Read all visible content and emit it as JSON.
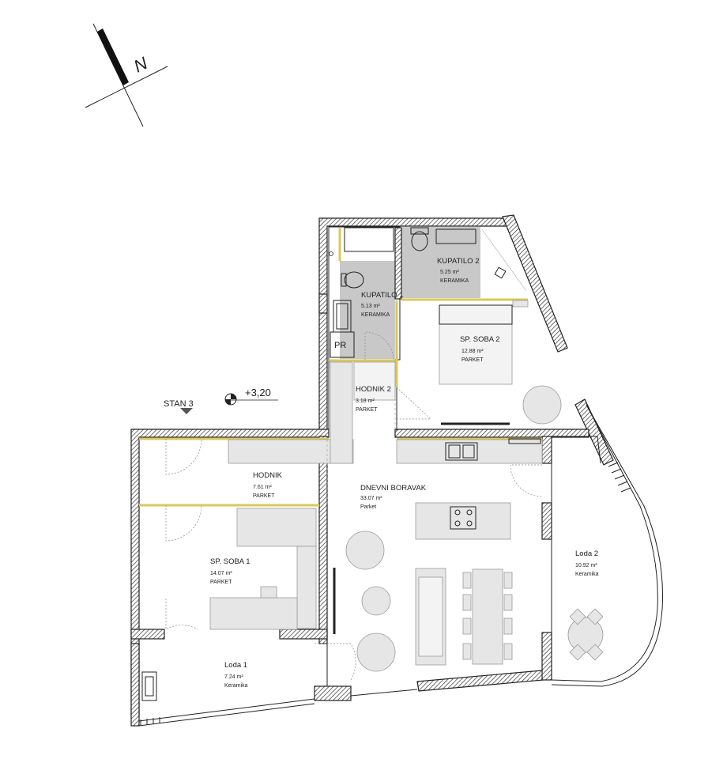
{
  "unit_label": "STAN 3",
  "level_label": "+3,20",
  "north_label": "N",
  "closet_label": "PR",
  "rooms": [
    {
      "name": "KUPATILO 1",
      "area": "5.13 m²",
      "material": "KERAMIKA"
    },
    {
      "name": "KUPATILO 2",
      "area": "5.25 m²",
      "material": "KERAMIKA"
    },
    {
      "name": "SP. SOBA 2",
      "area": "12.88 m²",
      "material": "PARKET"
    },
    {
      "name": "HODNIK 2",
      "area": "3.18 m²",
      "material": "PARKET"
    },
    {
      "name": "HODNIK",
      "area": "7.61 m²",
      "material": "PARKET"
    },
    {
      "name": "DNEVNI BORAVAK",
      "area": "33.07 m²",
      "material": "Parket"
    },
    {
      "name": "SP. SOBA 1",
      "area": "14.07 m²",
      "material": "PARKET"
    },
    {
      "name": "Loda 2",
      "area": "10.92 m²",
      "material": "Keramika"
    },
    {
      "name": "Loda 1",
      "area": "7.24 m²",
      "material": "Keramika"
    }
  ],
  "colors": {
    "wall_hatch": "#222222",
    "bathroom_floor": "#c8c8c8",
    "insulation": "#d9c85a",
    "furniture": "#e6e6e6"
  }
}
